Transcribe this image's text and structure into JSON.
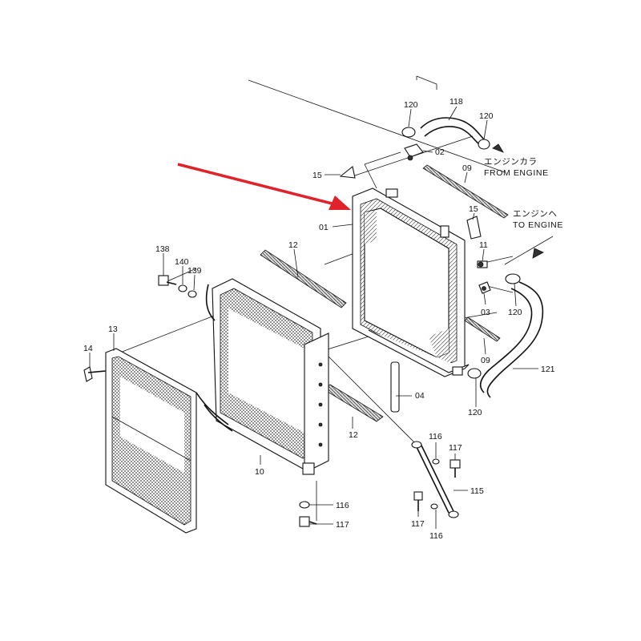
{
  "callouts": {
    "c120a": "120",
    "c118": "118",
    "c120b": "120",
    "c02": "02",
    "c15a": "15",
    "c09a": "09",
    "c01": "01",
    "c15b": "15",
    "c11": "11",
    "c03": "03",
    "c120c": "120",
    "c09b": "09",
    "c121": "121",
    "c120d": "120",
    "c12a": "12",
    "c04": "04",
    "c12b": "12",
    "c138": "138",
    "c140": "140",
    "c139": "139",
    "c13": "13",
    "c14": "14",
    "c10": "10",
    "c116a": "116",
    "c117a": "117",
    "c116b": "116",
    "c117b": "117",
    "c115": "115",
    "c117c": "117",
    "c116c": "116"
  },
  "notes": {
    "from_engine_jp": "エンジンカラ",
    "from_engine_en": "FROM ENGINE",
    "to_engine_jp": "エンジンヘ",
    "to_engine_en": "TO ENGINE"
  },
  "arrow_color": "#e0232a"
}
